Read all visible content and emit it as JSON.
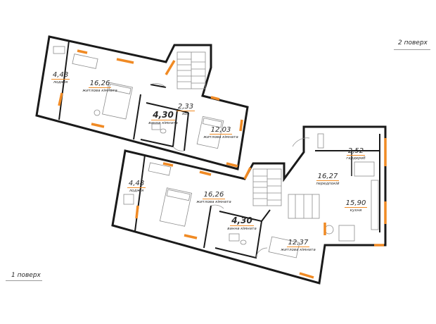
{
  "floors": {
    "first": "1 поверх",
    "second": "2 поверх"
  },
  "colors": {
    "wall": "#1a1a1a",
    "window_accent": "#f08a24",
    "furniture": "#8c8c8c",
    "fill": "#ffffff"
  },
  "upper_rooms": [
    {
      "area": "4,48",
      "name": "лоджія"
    },
    {
      "area": "16,26",
      "name": "житлова кімната"
    },
    {
      "area": "2,33",
      "name": "хол"
    },
    {
      "area": "4,30",
      "name": "ванна кімната"
    },
    {
      "area": "12,03",
      "name": "житлова кімната"
    }
  ],
  "lower_rooms": [
    {
      "area": "4,48",
      "name": "лоджія"
    },
    {
      "area": "16,26",
      "name": "житлова кімната"
    },
    {
      "area": "4,30",
      "name": "ванна кімната"
    },
    {
      "area": "12,37",
      "name": "житлова кімната"
    },
    {
      "area": "2,52",
      "name": "гардероб"
    },
    {
      "area": "16,27",
      "name": "передпокій"
    },
    {
      "area": "15,90",
      "name": "кухня"
    }
  ]
}
